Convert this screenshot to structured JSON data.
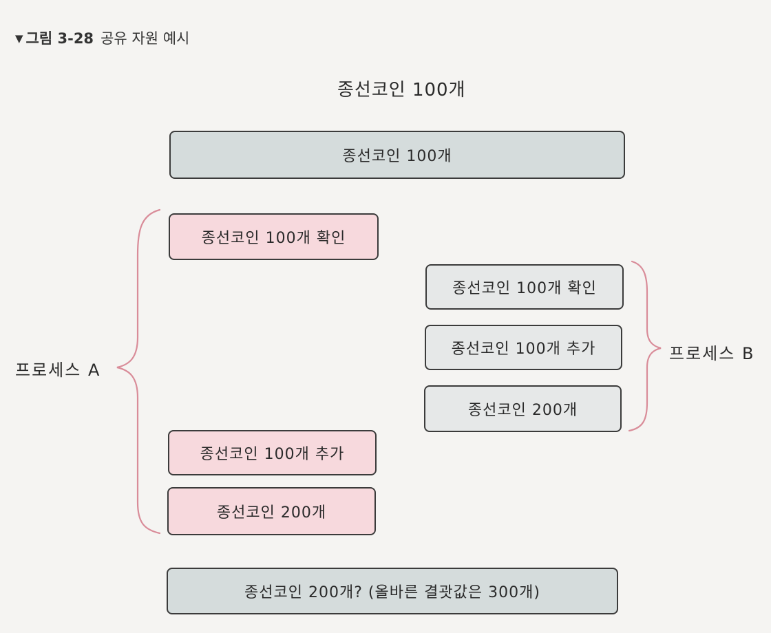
{
  "caption": {
    "marker": "▼",
    "figure_number": "그림 3-28",
    "title": "공유 자원 예시"
  },
  "heading": "종선코인 100개",
  "shared_resource": "종선코인 100개",
  "process_a": {
    "label": "프로세스 A",
    "steps": [
      "종선코인 100개 확인",
      "종선코인 100개 추가",
      "종선코인 200개"
    ]
  },
  "process_b": {
    "label": "프로세스 B",
    "steps": [
      "종선코인 100개 확인",
      "종선코인 100개 추가",
      "종선코인 200개"
    ]
  },
  "result": "종선코인 200개? (올바른 결괏값은 300개)",
  "colors": {
    "shared_box": "#d5dcdc",
    "process_a_box": "#f7d9dd",
    "process_b_box": "#e6e8e8",
    "brace": "#d98c99"
  }
}
